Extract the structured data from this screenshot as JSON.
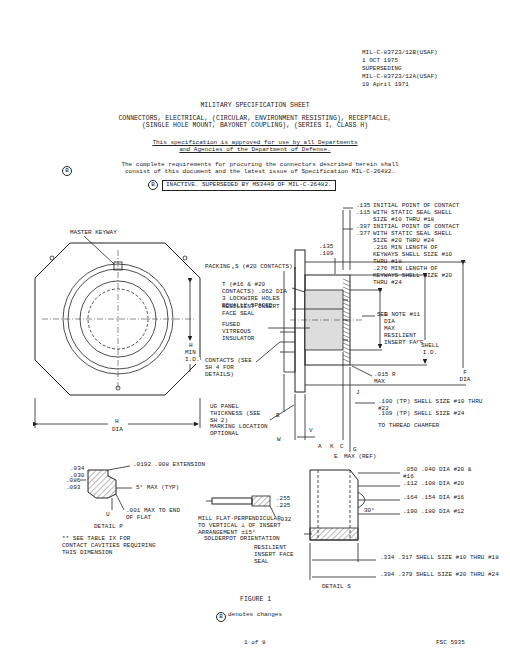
{
  "diagram": {
    "title": "MILITARY SPECIFICATION SHEET",
    "labels": [
      "MIL-C-83723/12B(USAF)",
      "1 OCT 1975",
      "SUPERSEDING",
      "MIL-C-83723/12A(USAF)",
      "19 April 1971",
      "CONNECTORS, ELECTRICAL, (CIRCULAR, ENVIRONMENT RESISTING), RECEPTACLE, (SINGLE HOLE MOUNT, BAYONET COUPLING), (SERIES I, CLASS H)",
      "This specification is approved for use by all Departments and Agencies of the Department of Defense.",
      "B",
      "The complete requirements for procuring the connectors described herein shall consist of this document and the latest issue of Specification MIL-C-26482.",
      "B",
      "INACTIVE. SUPERSEDED BY MS3449 OF MIL-C-26482.",
      ".135 .115",
      "INITIAL POINT OF CONTACT WITH STATIC SEAL SHELL SIZE #10 THRU #18",
      ".397 .377",
      "INITIAL POINT OF CONTACT WITH STATIC SEAL SHELL SIZE #20 THRU #24",
      "PACKING",
      "S (#20 CONTACTS)",
      ".135 .109",
      "MASTER KEYWAY",
      "T (#16 & #20 CONTACTS) .062 DIA 3 LOCKWIRE HOLES EQUALLY SPACED",
      "RESILIENT INSERT FACE SEAL",
      ".216 MIN LENGTH OF KEYWAYS SHELL SIZE #10 THRU #18",
      ".276 MIN LENGTH OF KEYWAYS SHELL SIZE #20 THRU #24",
      "FUSED VITREOUS INSULATOR",
      "SEE NOTE #11",
      "H",
      "MIN",
      "I.D.",
      "D",
      "DIA",
      "MAX RESILIENT INSERT FACE",
      "SHELL I.D.",
      "F DIA",
      "CONTACTS (SEE SH 4 FOR DETAILS)",
      ".015 R MAX",
      "J",
      "H",
      "DIA",
      "B",
      ".100 (TP) SHELL SIZE #10 THRU #22",
      ".109 (TP) SHELL SIZE #24",
      "TO THREAD CHAMFER",
      "UG PANEL THICKNESS (SEE SH 2)",
      "MARKING LOCATION OPTIONAL",
      "A",
      "K",
      "C",
      "G",
      "E",
      "MAX (REF)",
      "W",
      "V",
      ".034 .030",
      ".0192 .008 EXTENSION",
      "5° MAX (TYP)",
      ".086 .093",
      "U",
      ".001 MAX TO END OF FLAT",
      "DETAIL P",
      "** SEE TABLE IX FOR CONTACT CAVITIES REQUIRING THIS DIMENSION",
      "MILL FLAT-PERPENDICULAR TO VERTICAL ⊥ OF INSERT ARRANGEMENT ±15°",
      ".255 .225",
      ".032",
      "SOLDERPOT ORIENTATION",
      ".050 .040 DIA #20 & #16",
      ".112 .108 DIA #20",
      ".164 .154 DIA #16",
      ".190 .180 DIA #12",
      "30°",
      "RESILIENT INSERT FACE SEAL",
      ".334 .317 SHELL SIZE #10 THRU #18",
      ".394 .379 SHELL SIZE #20 THRU #24",
      "DETAIL S",
      "FIGURE 1",
      "B",
      "denotes changes",
      "1 of 8",
      "FSC 5935"
    ]
  }
}
